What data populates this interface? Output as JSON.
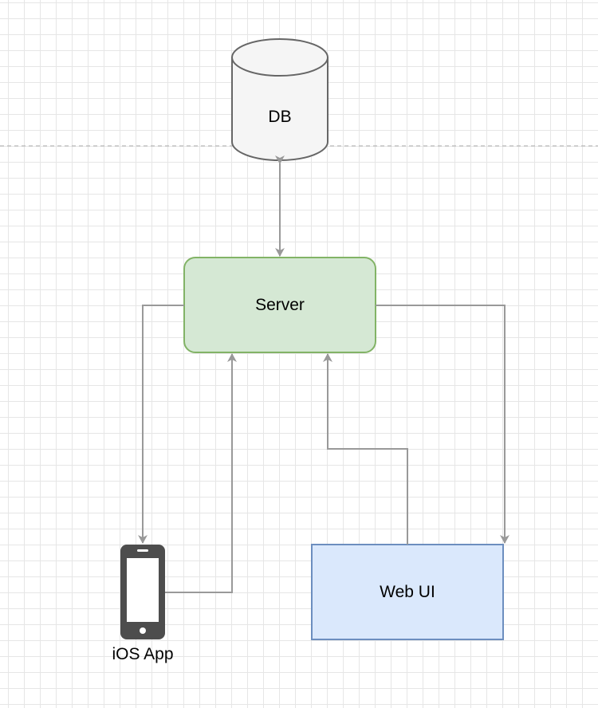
{
  "diagram": {
    "nodes": {
      "db": {
        "label": "DB",
        "shape": "cylinder",
        "fill": "#f5f5f5",
        "stroke": "#666666"
      },
      "server": {
        "label": "Server",
        "shape": "rounded-rectangle",
        "fill": "#d5e8d4",
        "stroke": "#82b366"
      },
      "ios_app": {
        "label": "iOS App",
        "shape": "mobile-phone-icon",
        "fill": "#4d4d4d"
      },
      "web_ui": {
        "label": "Web UI",
        "shape": "rectangle",
        "fill": "#dae8fc",
        "stroke": "#6c8ebf"
      }
    },
    "edges": [
      {
        "from": "db",
        "to": "server",
        "direction": "bidirectional"
      },
      {
        "from": "server",
        "to": "ios_app",
        "direction": "forward"
      },
      {
        "from": "ios_app",
        "to": "server",
        "direction": "forward"
      },
      {
        "from": "web_ui",
        "to": "server",
        "direction": "forward"
      },
      {
        "from": "server",
        "to": "web_ui",
        "direction": "forward"
      }
    ],
    "edge_color": "#999999",
    "divider": {
      "style": "dashed",
      "color": "#aaaaaa"
    }
  }
}
